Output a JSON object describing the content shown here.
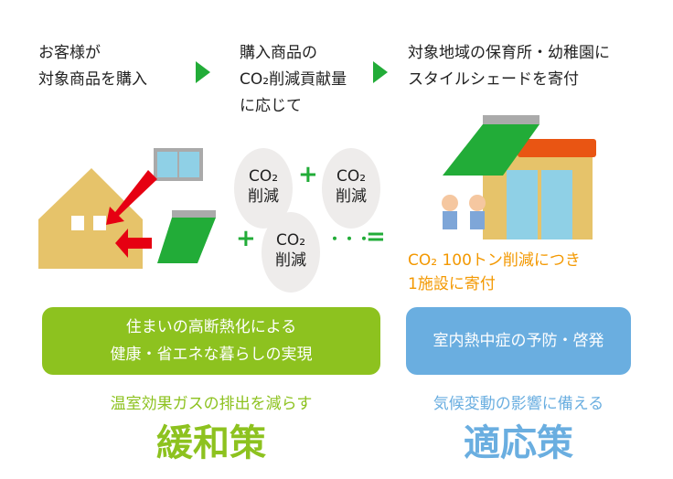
{
  "steps": [
    {
      "lines": [
        "お客様が",
        "対象商品を購入"
      ]
    },
    {
      "lines": [
        "購入商品の",
        "CO₂削減貢献量",
        "に応じて"
      ]
    },
    {
      "lines": [
        "対象地域の保育所・幼稚園に",
        "スタイルシェードを寄付"
      ]
    }
  ],
  "bubble_label": [
    "CO₂",
    "削減"
  ],
  "operators": {
    "plus": "+",
    "ellipsis": "・・・",
    "equals": "="
  },
  "donation_note": [
    "CO₂ 100トン削減につき",
    "1施設に寄付"
  ],
  "mitigation": {
    "panel_lines": [
      "住まいの高断熱化による",
      "健康・省エネな暮らしの実現"
    ],
    "subtitle": "温室効果ガスの排出を減らす",
    "title": "緩和策"
  },
  "adaptation": {
    "panel_lines": [
      "室内熱中症の予防・啓発"
    ],
    "subtitle": "気候変動の影響に備える",
    "title": "適応策"
  },
  "colors": {
    "green": "#8dc21f",
    "blue": "#6aaee0",
    "orange": "#f39800",
    "arrow": "#22ac38"
  }
}
